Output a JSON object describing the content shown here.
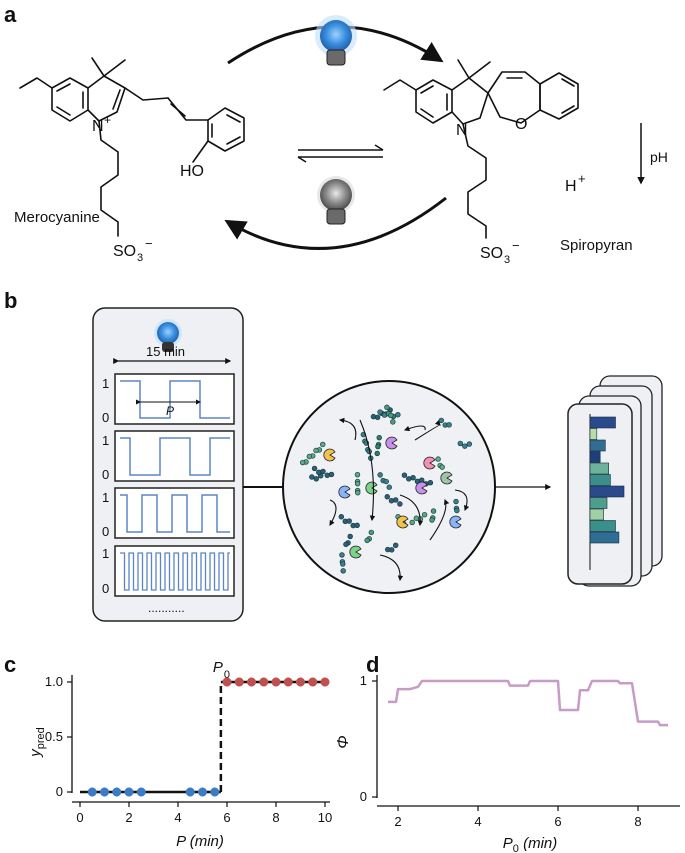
{
  "panels": {
    "a": "a",
    "b": "b",
    "c": "c",
    "d": "d"
  },
  "molecules": {
    "left_name": "Merocyanine",
    "right_name": "Spiropyran",
    "N_plus": "N",
    "plus": "+",
    "N": "N",
    "O": "O",
    "HO": "HO",
    "H": "H",
    "Hplus": "+",
    "SO3_left": "SO",
    "SO3_right": "SO",
    "sub3": "3",
    "minus": "−",
    "pH": "pH"
  },
  "panel_b": {
    "duration_label": "15 min",
    "period_label": "P",
    "y_one": "1",
    "y_zero": "0",
    "ellipsis": "...........",
    "histogram": [
      {
        "value": 0.75,
        "color": "#2b4a8b"
      },
      {
        "value": 0.2,
        "color": "#b9dba9"
      },
      {
        "value": 0.45,
        "color": "#2f6d93"
      },
      {
        "value": 0.3,
        "color": "#1e3f79"
      },
      {
        "value": 0.55,
        "color": "#6cb39a"
      },
      {
        "value": 0.6,
        "color": "#3b8f8a"
      },
      {
        "value": 1.0,
        "color": "#2b4a8b"
      },
      {
        "value": 0.5,
        "color": "#4e9e8f"
      },
      {
        "value": 0.4,
        "color": "#9fd0a6"
      },
      {
        "value": 0.75,
        "color": "#3b8f8a"
      },
      {
        "value": 0.85,
        "color": "#2f6d93"
      }
    ]
  },
  "chart_data": [
    {
      "type": "scatter",
      "panel": "c",
      "xlabel": "P (min)",
      "ylabel": "y_pred",
      "xlim": [
        0,
        10
      ],
      "ylim": [
        0,
        1
      ],
      "xticks": [
        "0",
        "2",
        "4",
        "6",
        "8",
        "10"
      ],
      "yticks": [
        "0",
        "0.5",
        "1.0"
      ],
      "threshold_label": "P",
      "threshold_sub": "0",
      "threshold_x": 5.75,
      "series": [
        {
          "color": "#3b7cc4",
          "x": [
            0.5,
            1.0,
            1.5,
            2.0,
            2.5,
            4.5,
            5.0,
            5.5
          ],
          "y": [
            0,
            0,
            0,
            0,
            0,
            0,
            0,
            0
          ]
        },
        {
          "color": "#c0504d",
          "x": [
            6.0,
            6.5,
            7.0,
            7.5,
            8.0,
            8.5,
            9.0,
            9.5,
            10.0
          ],
          "y": [
            1,
            1,
            1,
            1,
            1,
            1,
            1,
            1,
            1
          ]
        }
      ],
      "fit_line": {
        "x": [
          0,
          5.75,
          5.75,
          10
        ],
        "y": [
          0,
          0,
          1,
          1
        ]
      }
    },
    {
      "type": "line",
      "panel": "d",
      "xlabel": "P",
      "xlabel_sub": "0",
      "xlabel_unit": "(min)",
      "ylabel": "Φ",
      "xlim": [
        1.5,
        9
      ],
      "ylim": [
        0,
        1
      ],
      "xticks": [
        "2",
        "4",
        "6",
        "8"
      ],
      "yticks": [
        "0",
        "1"
      ],
      "color": "#c79bc6",
      "x": [
        1.75,
        1.95,
        2.0,
        2.25,
        2.3,
        2.5,
        2.6,
        2.8,
        3.0,
        3.5,
        4.0,
        4.5,
        4.75,
        4.8,
        5.0,
        5.05,
        5.25,
        5.3,
        5.5,
        5.75,
        5.9,
        6.0,
        6.05,
        6.25,
        6.4,
        6.5,
        6.55,
        6.75,
        6.85,
        7.0,
        7.25,
        7.5,
        7.55,
        7.75,
        7.85,
        8.0,
        8.2,
        8.5,
        8.55,
        8.75
      ],
      "y": [
        0.82,
        0.82,
        0.93,
        0.93,
        0.93,
        0.95,
        1.0,
        1.0,
        1.0,
        1.0,
        1.0,
        1.0,
        1.0,
        0.96,
        0.96,
        0.96,
        0.96,
        1.0,
        1.0,
        1.0,
        1.0,
        1.0,
        0.75,
        0.75,
        0.75,
        0.75,
        0.92,
        0.92,
        1.0,
        1.0,
        1.0,
        1.0,
        0.98,
        0.98,
        0.98,
        0.65,
        0.65,
        0.65,
        0.62,
        0.62
      ]
    }
  ]
}
